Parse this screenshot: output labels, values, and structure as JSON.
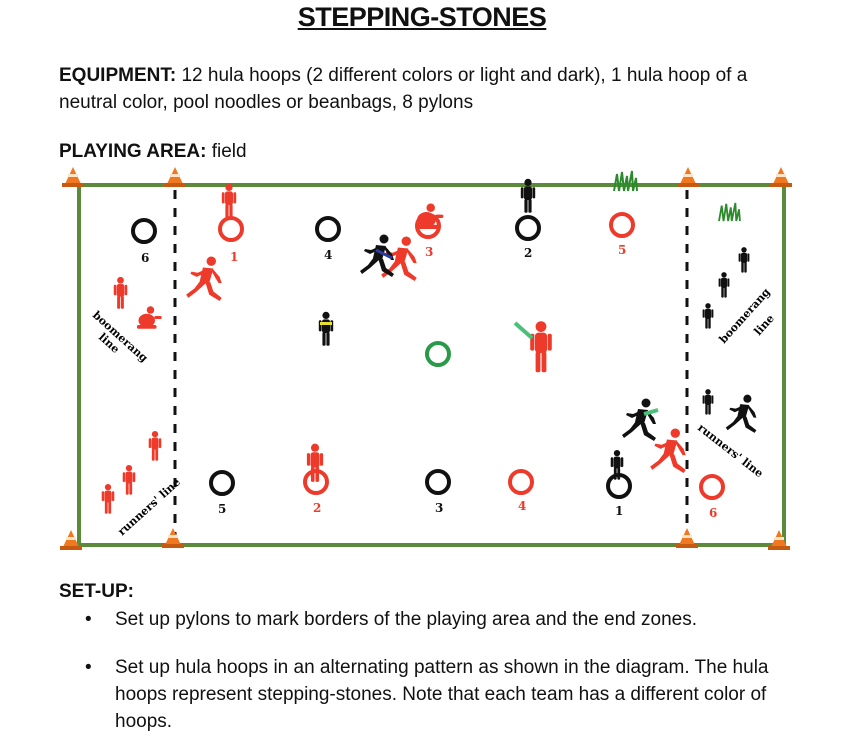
{
  "title": "STEPPING-STONES",
  "equipment": {
    "label": "EQUIPMENT:",
    "text": "12 hula hoops (2 different colors or light and dark), 1 hula hoop of a neutral color, pool noodles or beanbags, 8 pylons"
  },
  "playing_area": {
    "label": "PLAYING AREA:",
    "text": "field"
  },
  "diagram": {
    "labels": {
      "boomerang_left": [
        "boomerang",
        "line"
      ],
      "boomerang_right": [
        "boomerang",
        "line"
      ],
      "runners_left": "runners' line",
      "runners_right": "runners' line"
    },
    "top_hoops": [
      {
        "num": "6",
        "team": "dark"
      },
      {
        "num": "1",
        "team": "red"
      },
      {
        "num": "4",
        "team": "dark"
      },
      {
        "num": "3",
        "team": "red"
      },
      {
        "num": "2",
        "team": "dark"
      },
      {
        "num": "5",
        "team": "red"
      }
    ],
    "bottom_hoops": [
      {
        "num": "5",
        "team": "dark"
      },
      {
        "num": "2",
        "team": "red"
      },
      {
        "num": "3",
        "team": "dark"
      },
      {
        "num": "4",
        "team": "red"
      },
      {
        "num": "1",
        "team": "dark"
      },
      {
        "num": "6",
        "team": "red"
      }
    ],
    "colors": {
      "field_border": "#5a8a3a",
      "red_team": "#ee3a2a",
      "dark_team": "#111111",
      "neutral_hoop": "#2a9a4a",
      "pylon": "#f07820"
    }
  },
  "setup": {
    "heading": "SET-UP:",
    "items": [
      "Set up pylons to mark borders of the playing area and the end zones.",
      "Set up hula hoops in an alternating pattern as shown in the diagram. The hula hoops represent stepping-stones. Note that each team has a different color of hoops."
    ]
  }
}
